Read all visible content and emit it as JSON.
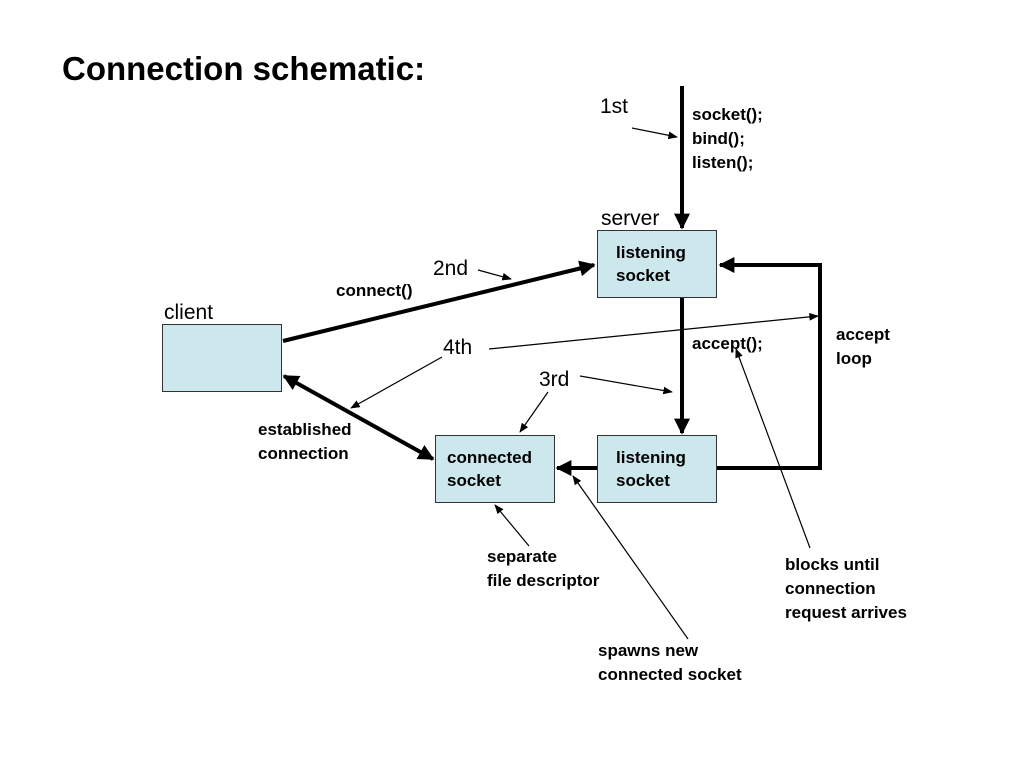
{
  "title": "Connection schematic:",
  "labels": {
    "first": "1st",
    "second": "2nd",
    "third": "3rd",
    "fourth": "4th",
    "server": "server",
    "client": "client",
    "connect_call": "connect()",
    "accept_call": "accept();",
    "setup_calls": [
      "socket();",
      "bind();",
      "listen();"
    ],
    "accept_loop": [
      "accept",
      "loop"
    ],
    "established": [
      "established",
      "connection"
    ],
    "separate_fd": [
      "separate",
      "file descriptor"
    ],
    "spawns": [
      "spawns new",
      "connected socket"
    ],
    "blocks": [
      "blocks until",
      "connection",
      "request arrives"
    ]
  },
  "boxes": {
    "listening_top": [
      "listening",
      "socket"
    ],
    "listening_bottom": [
      "listening",
      "socket"
    ],
    "connected": [
      "connected",
      "socket"
    ]
  },
  "colors": {
    "box_fill": "#cde8ec",
    "line": "#000000"
  }
}
